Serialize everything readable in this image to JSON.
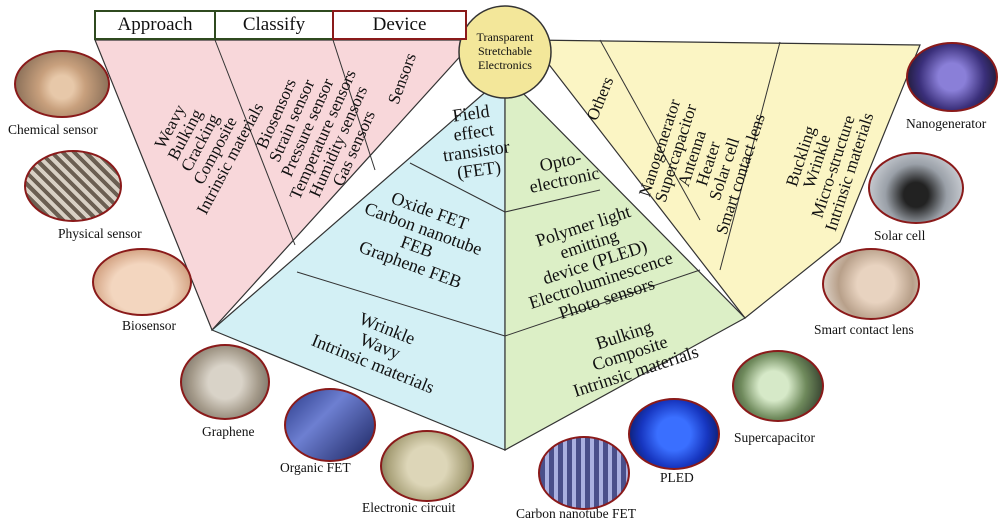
{
  "headers": {
    "approach": "Approach",
    "classify": "Classify",
    "device": "Device"
  },
  "center": {
    "line1": "Transparent",
    "line2": "Stretchable",
    "line3": "Electronics"
  },
  "left_panel": {
    "approach": [
      "Weavy",
      "Bulking",
      "Cracking",
      "Composite",
      "Intrinsic materials"
    ],
    "classify": [
      "Biosensors",
      "Strain sensor",
      "Pressure sensor",
      "Temperature sensors",
      "Humidity sensors",
      "Gas sensors"
    ],
    "device": [
      "Sensors"
    ]
  },
  "fet_panel": {
    "device": [
      "Field",
      "effect",
      "transistor",
      "(FET)"
    ],
    "classify": [
      "Oxide FET",
      "Carbon nanotube",
      "FEB",
      "Graphene FEB"
    ],
    "approach": [
      "Wrinkle",
      "Wavy",
      "Intrinsic materials"
    ]
  },
  "opto_panel": {
    "device": [
      "Opto-",
      "electronic"
    ],
    "classify": [
      "Polymer light",
      "emitting",
      "device (PLED)",
      "Electroluminescence",
      "Photo sensors"
    ],
    "approach": [
      "Bulking",
      "Composite",
      "Intrinsic materials"
    ]
  },
  "right_panel": {
    "device": [
      "Others"
    ],
    "classify": [
      "Nanogenerator",
      "Supercapacitor",
      "Antenna",
      "Heater",
      "Solar cell",
      "Smart contact lens"
    ],
    "approach": [
      "Buckling",
      "Wrinkle",
      "Micro-structure",
      "Intrinsic materials"
    ]
  },
  "photos": {
    "chemical_sensor": "Chemical sensor",
    "physical_sensor": "Physical sensor",
    "biosensor": "Biosensor",
    "graphene": "Graphene",
    "organic_fet": "Organic FET",
    "electronic_circuit": "Electronic circuit",
    "carbon_nanotube_fet": "Carbon nanotube FET",
    "pled": "PLED",
    "supercapacitor": "Supercapacitor",
    "smart_contact_lens": "Smart contact lens",
    "solar_cell": "Solar cell",
    "nanogenerator": "Nanogenerator"
  },
  "colors": {
    "pink": "#f8d7da",
    "cyan": "#d3f0f5",
    "green": "#dcefc6",
    "yellow": "#fbf5c4",
    "circle_fill": "#f3e79a",
    "border_red": "#8a1a1a",
    "border_green": "#2f4a1f"
  }
}
